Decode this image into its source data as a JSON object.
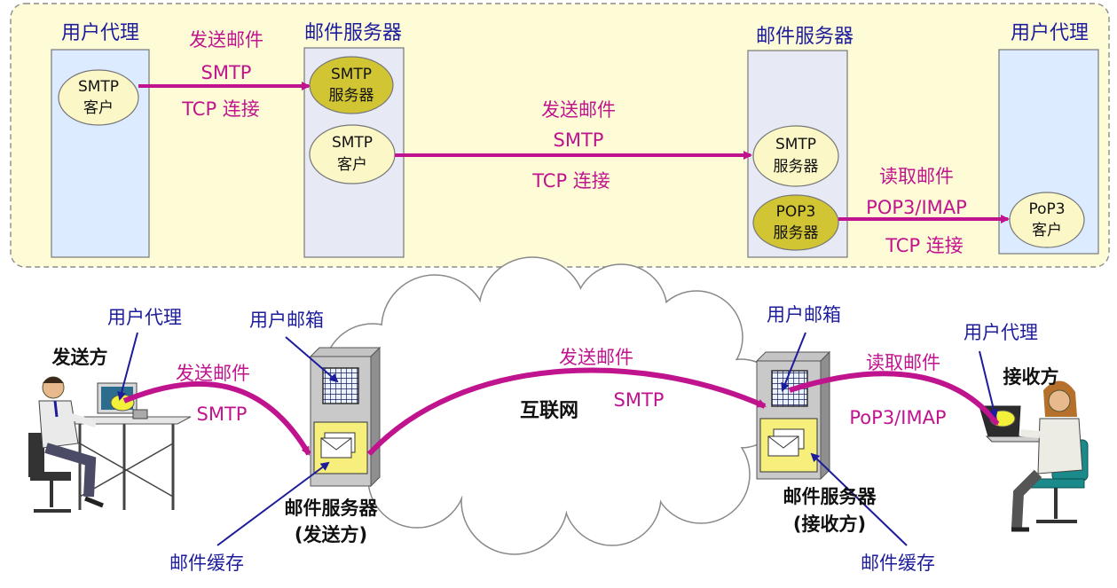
{
  "top": {
    "left_agent": {
      "title": "用户代理",
      "client_line1": "SMTP",
      "client_line2": "客户"
    },
    "sender_server": {
      "title": "邮件服务器",
      "smtp_server_line1": "SMTP",
      "smtp_server_line2": "服务器",
      "smtp_client_line1": "SMTP",
      "smtp_client_line2": "客户"
    },
    "receiver_server": {
      "title": "邮件服务器",
      "smtp_server_line1": "SMTP",
      "smtp_server_line2": "服务器",
      "pop3_server_line1": "POP3",
      "pop3_server_line2": "服务器"
    },
    "right_agent": {
      "title": "用户代理",
      "client_line1": "PoP3",
      "client_line2": "客户"
    },
    "link1": {
      "line1": "发送邮件",
      "line2": "SMTP",
      "line3": "TCP 连接"
    },
    "link2": {
      "line1": "发送邮件",
      "line2": "SMTP",
      "line3": "TCP 连接"
    },
    "link3": {
      "line1": "读取邮件",
      "line2": "POP3/IMAP",
      "line3": "TCP 连接"
    }
  },
  "bottom": {
    "sender_agent_label": "用户代理",
    "sender_label": "发送方",
    "send_mail_label": "发送邮件",
    "smtp_label_left": "SMTP",
    "mailbox_label_left": "用户邮箱",
    "sender_server_line1": "邮件服务器",
    "sender_server_line2": "(发送方)",
    "cache_label_left": "邮件缓存",
    "send_mail_label_mid": "发送邮件",
    "smtp_label_mid": "SMTP",
    "internet_label": "互联网",
    "mailbox_label_right": "用户邮箱",
    "receiver_server_line1": "邮件服务器",
    "receiver_server_line2": "(接收方)",
    "cache_label_right": "邮件缓存",
    "read_mail_label": "读取邮件",
    "pop3_imap_label": "PoP3/IMAP",
    "receiver_agent_label": "用户代理",
    "receiver_label": "接收方"
  },
  "colors": {
    "panel_bg": "#fefcd6",
    "column_fill": "#dcebff",
    "server_fill": "#e7e9f5",
    "client_ellipse": "#fbf7c6",
    "server_ellipse": "#d2c534",
    "magenta": "#c0138e",
    "navy": "#1d1d9c"
  }
}
